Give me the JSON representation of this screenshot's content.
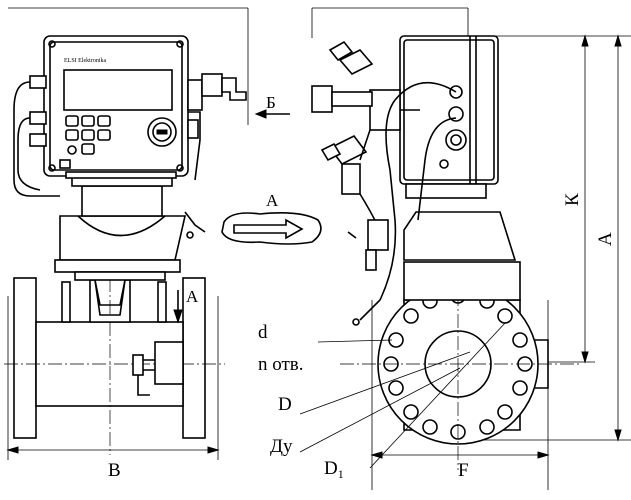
{
  "labels": {
    "a_side": "А",
    "b_flow_arrow": "Б",
    "a_top_arrow": "А",
    "a_right": "А",
    "k_right": "К",
    "d_small": "d",
    "n_holes": "n отв.",
    "d_big": "D",
    "du": "Ду",
    "d1_main": "D",
    "d1_sub": "1",
    "b_bottom": "B",
    "f_bottom": "F"
  },
  "display": {
    "brand": "ELSI Elektronika"
  }
}
